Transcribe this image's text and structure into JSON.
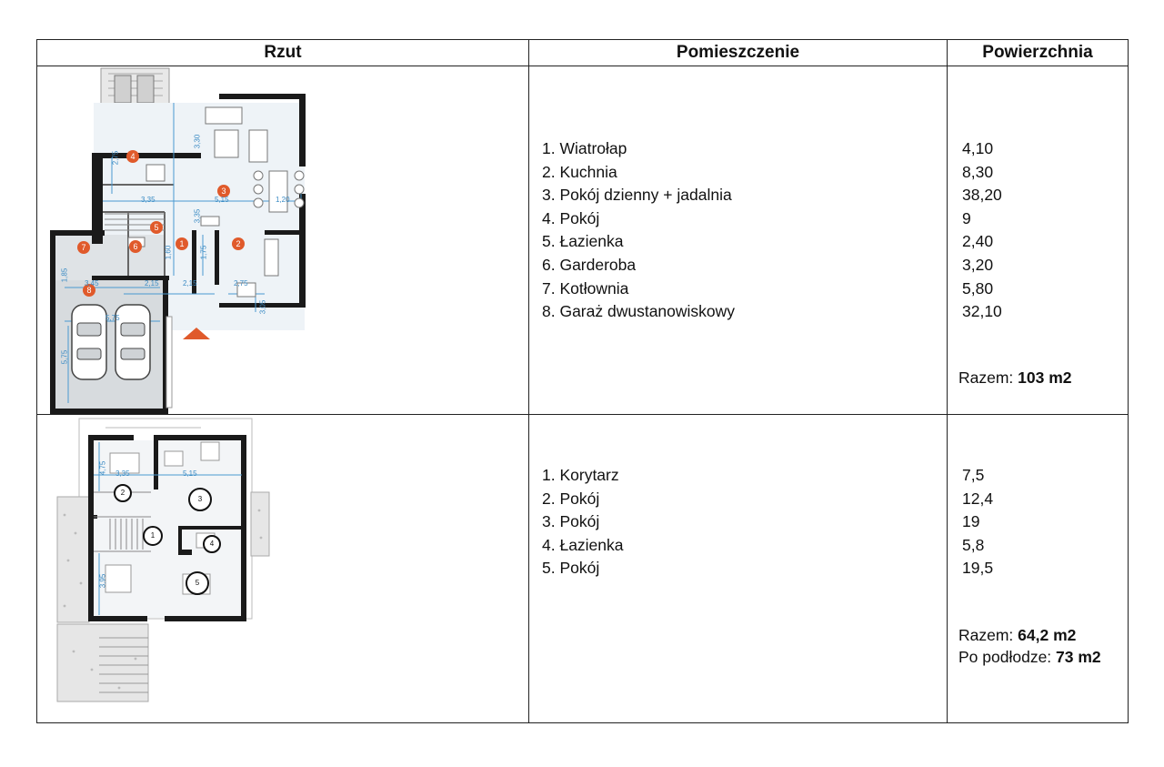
{
  "header": {
    "col_plan": "Rzut",
    "col_room": "Pomieszczenie",
    "col_area": "Powierzchnia"
  },
  "ground_floor": {
    "rooms": [
      {
        "label": "1. Wiatrołap",
        "area": "4,10"
      },
      {
        "label": "2. Kuchnia",
        "area": "8,30"
      },
      {
        "label": "3. Pokój dzienny + jadalnia",
        "area": "38,20"
      },
      {
        "label": "4. Pokój",
        "area": "9"
      },
      {
        "label": "5. Łazienka",
        "area": "2,40"
      },
      {
        "label": "6. Garderoba",
        "area": "3,20"
      },
      {
        "label": "7. Kotłownia",
        "area": "5,80"
      },
      {
        "label": "8. Garaż dwustanowiskowy",
        "area": "32,10"
      }
    ],
    "total_label": "Razem:",
    "total_value": "103 m2",
    "plan_markers": [
      "1",
      "2",
      "3",
      "4",
      "5",
      "6",
      "7",
      "8"
    ],
    "plan_dims": [
      "3,30",
      "2,75",
      "3,35",
      "5,15",
      "1,20",
      "3,35",
      "1,75",
      "2,15",
      "2,15",
      "2,75",
      "1,85",
      "3,45",
      "5,75",
      "5,75",
      "3,05",
      "1,60"
    ],
    "accent_color": "#e05a2b"
  },
  "upper_floor": {
    "rooms": [
      {
        "label": "1. Korytarz",
        "area": "7,5"
      },
      {
        "label": "2. Pokój",
        "area": "12,4"
      },
      {
        "label": "3. Pokój",
        "area": "19"
      },
      {
        "label": "4. Łazienka",
        "area": "5,8"
      },
      {
        "label": "5. Pokój",
        "area": "19,5"
      }
    ],
    "total_label": "Razem:",
    "total_value": "64,2 m2",
    "floor_label": "Po podłodze:",
    "floor_value": "73 m2",
    "plan_markers": [
      "1",
      "2",
      "3",
      "4",
      "5"
    ],
    "plan_dims": [
      "3,35",
      "5,15",
      "4,75",
      "3,95"
    ]
  }
}
